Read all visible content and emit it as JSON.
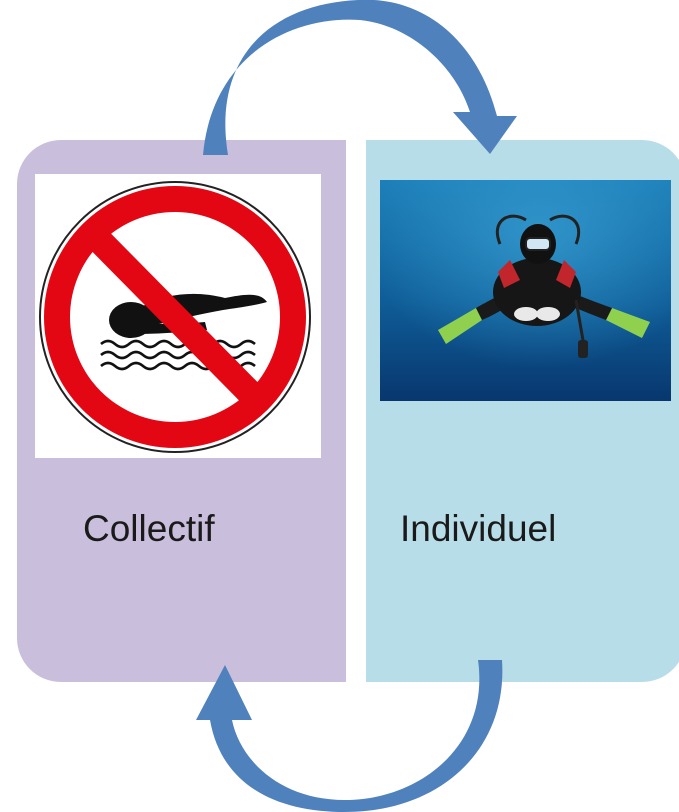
{
  "cycle": {
    "left_panel": {
      "label": "Collectif",
      "icon": "no-swimming-sign-icon",
      "color": "#c9bedb"
    },
    "right_panel": {
      "label": "Individuel",
      "icon": "scuba-diver-photo",
      "color": "#b7dde8"
    },
    "arrow_color": "#4f81bd"
  }
}
